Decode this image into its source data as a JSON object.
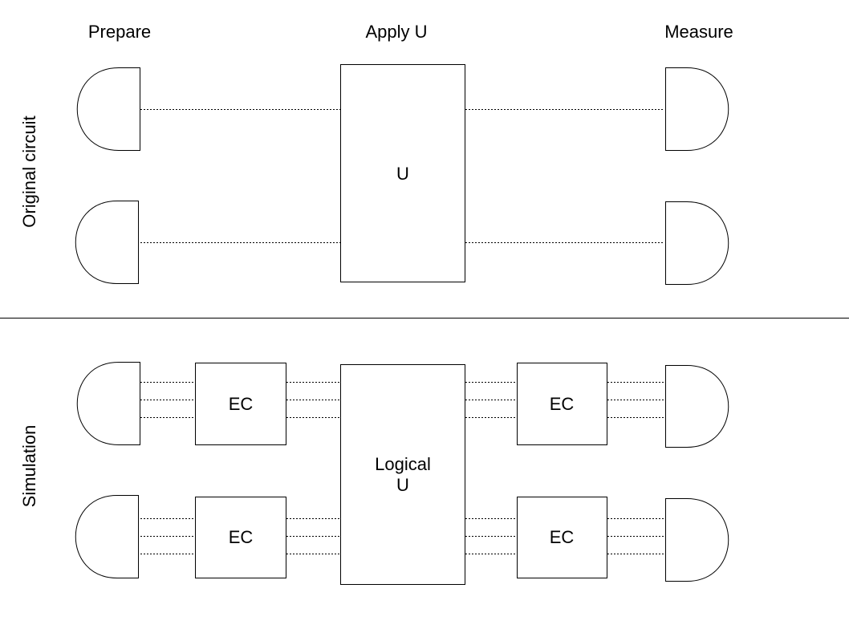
{
  "headers": {
    "prepare": "Prepare",
    "apply": "Apply U",
    "measure": "Measure"
  },
  "sections": {
    "original": "Original circuit",
    "simulation": "Simulation"
  },
  "gates": {
    "u": "U",
    "logical_line1": "Logical",
    "logical_line2": "U",
    "ec": "EC"
  }
}
